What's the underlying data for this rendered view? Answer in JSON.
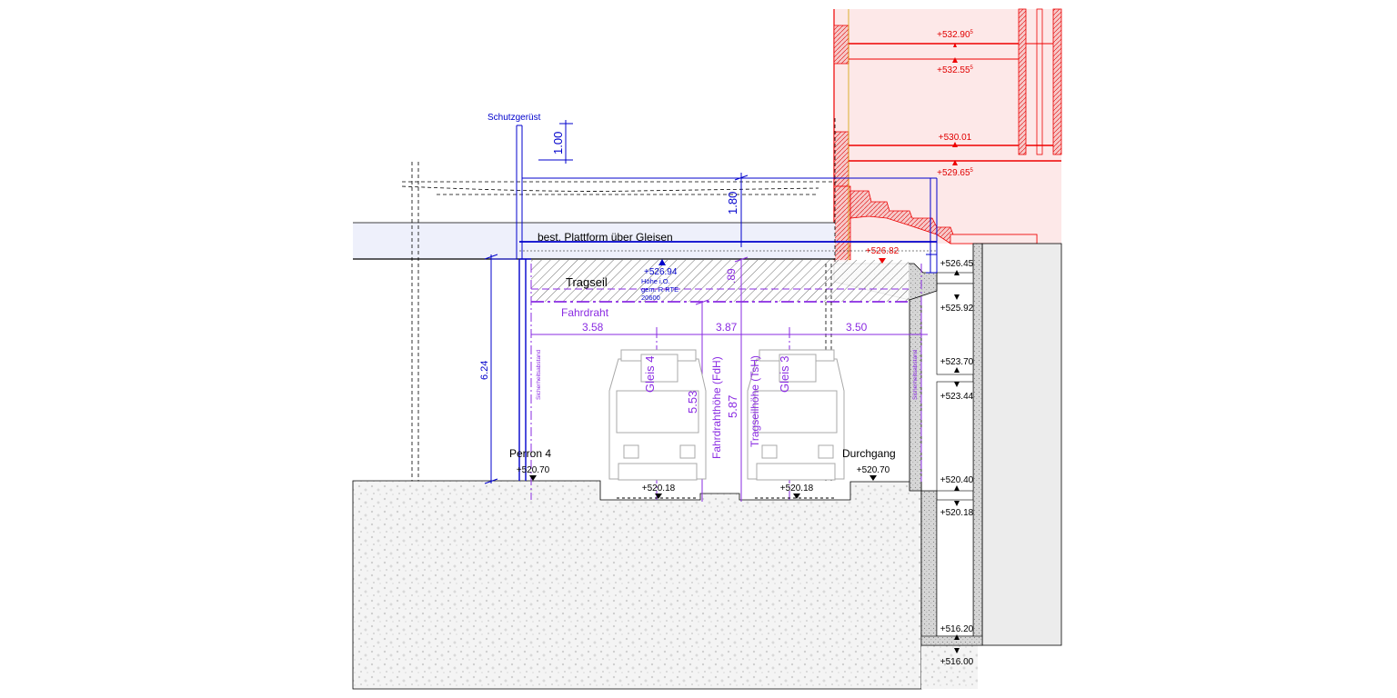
{
  "labels": {
    "schutzgeruest": "Schutzgerüst",
    "plattform": "best. Plattform über Gleisen",
    "tragseil": "Tragseil",
    "fahrdraht": "Fahrdraht",
    "hoehe_value": "+526.94",
    "hoehe_note1": "Höhe i.O.",
    "hoehe_note2": "gem. R RTE",
    "hoehe_note3": "20600",
    "perron": "Perron 4",
    "durchgang": "Durchgang",
    "gleis4": "Gleis 4",
    "gleis3": "Gleis 3",
    "fdh": "Fahrdrahthöhe (FdH)",
    "tsh": "Tragseilhöhe (TsH)",
    "sicherheit_left": "Sicherheitsabstand",
    "sicherheit_right": "Sicherheitsabstand"
  },
  "dimensions": {
    "d_100": "1.00",
    "d_180": "1.80",
    "d_624": "6.24",
    "d_358": "3.58",
    "d_387": "3.87",
    "d_350": "3.50",
    "d_553": "5.53",
    "d_587": "5.87",
    "d_089": ".89"
  },
  "elevations": {
    "e_53290": "+532.90",
    "e_53255": "+532.55",
    "e_53001": "+530.01",
    "e_52965": "+529.65",
    "e_52682": "+526.82",
    "e_52645": "+526.45",
    "e_52592": "+525.92",
    "e_52370": "+523.70",
    "e_52344": "+523.44",
    "e_52040": "+520.40",
    "e_52018_wall": "+520.18",
    "e_51620": "+516.20",
    "e_51600": "+516.00",
    "e_52070_perron": "+520.70",
    "e_52070_durchgang": "+520.70",
    "e_52018_g4": "+520.18",
    "e_52018_g3": "+520.18",
    "sup5": "5"
  },
  "colors": {
    "blue": "#0000cc",
    "purple": "#8a2be2",
    "red": "#e00000",
    "red_fill": "#fde8e8",
    "platform_fill": "#eef0fb",
    "ground": "#f2f2f2",
    "wall_fill": "#d8d8d8",
    "train": "#a8a8a8"
  }
}
